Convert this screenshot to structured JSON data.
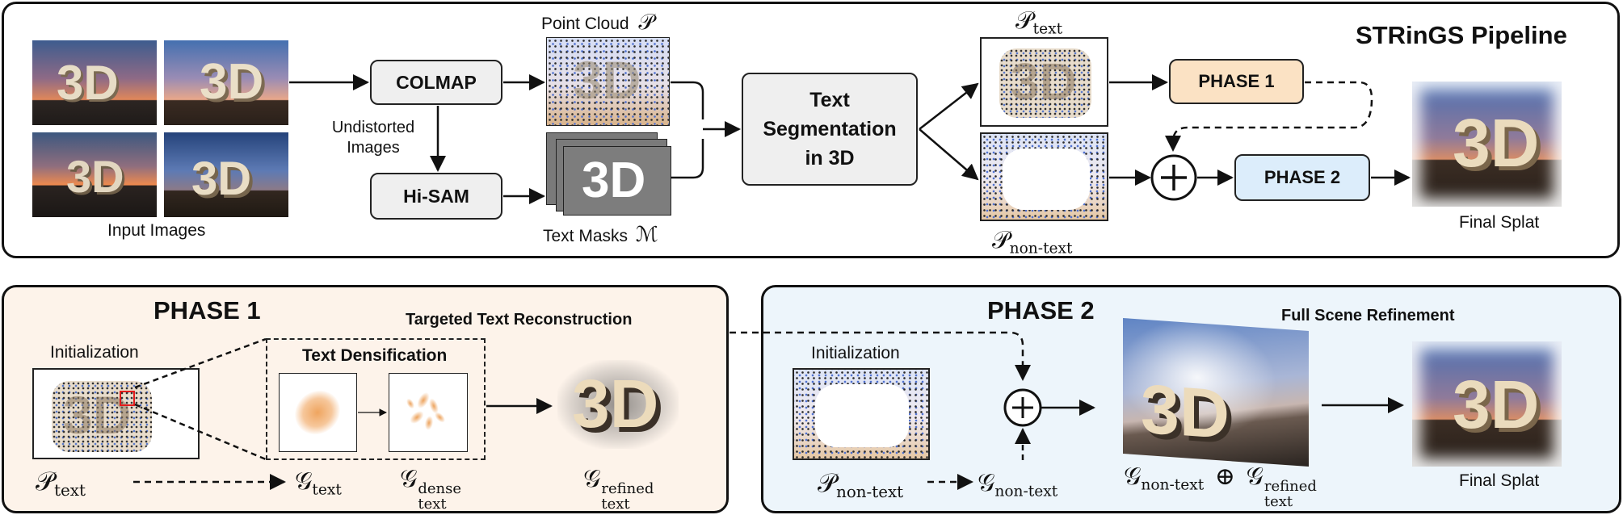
{
  "top": {
    "title": "STRinGS Pipeline",
    "input_caption": "Input Images",
    "nodes": {
      "colmap": "COLMAP",
      "hisam": "Hi-SAM",
      "seg": "Text Segmentation in 3D",
      "phase1": "PHASE 1",
      "phase2": "PHASE 2"
    },
    "undistorted": "Undistorted Images",
    "point_cloud_label": "Point Cloud",
    "point_cloud_sym": "𝒫",
    "text_masks_label": "Text Masks",
    "text_masks_sym": "ℳ",
    "p_text": {
      "sym": "𝒫",
      "sub": "text"
    },
    "p_nontext": {
      "sym": "𝒫",
      "sub": "non-text"
    },
    "overlay_text": "3D",
    "final_caption": "Final Splat"
  },
  "phase1": {
    "title": "PHASE 1",
    "subtitle": "Targeted Text Reconstruction",
    "init_label": "Initialization",
    "densification_title": "Text Densification",
    "p_text": {
      "sym": "𝒫",
      "sub": "text"
    },
    "g_text": {
      "sym": "𝒢",
      "sub": "text"
    },
    "g_dense": {
      "sym": "𝒢",
      "sup": "dense",
      "sub": "text"
    },
    "g_refined": {
      "sym": "𝒢",
      "sup": "refined",
      "sub": "text"
    }
  },
  "phase2": {
    "title": "PHASE 2",
    "subtitle": "Full Scene Refinement",
    "init_label": "Initialization",
    "p_nontext": {
      "sym": "𝒫",
      "sub": "non-text"
    },
    "g_nontext": {
      "sym": "𝒢",
      "sub": "non-text"
    },
    "combined": {
      "sym1": "𝒢",
      "sub1": "non-text",
      "op": "⊕",
      "sym2": "𝒢",
      "sup2": "refined",
      "sub2": "text"
    },
    "final_caption": "Final Splat"
  },
  "colors": {
    "phase1_bg": "#fdf3ea",
    "phase2_bg": "#edf5fb",
    "phase1_node": "#fbe2c4",
    "phase2_node": "#dcedfb",
    "node_gray": "#efefef"
  }
}
